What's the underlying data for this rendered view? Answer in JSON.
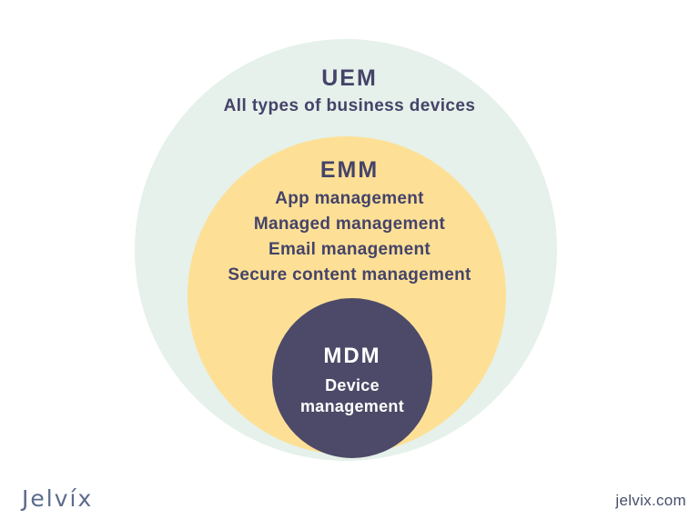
{
  "diagram": {
    "uem": {
      "title": "UEM",
      "subtitle": "All types of business devices"
    },
    "emm": {
      "title": "EMM",
      "items": [
        "App management",
        "Managed management",
        "Email management",
        "Secure content management"
      ]
    },
    "mdm": {
      "title": "MDM",
      "subtitle": "Device management"
    }
  },
  "footer": {
    "logo": "Jelvíx",
    "website": "jelvix.com"
  },
  "colors": {
    "uem_circle": "#e5f1ea",
    "emm_circle": "#fde096",
    "mdm_circle": "#4c4a68",
    "text": "#454369",
    "mdm_text": "#ffffff",
    "logo": "#5b6b8c",
    "url_text": "#474f69"
  }
}
